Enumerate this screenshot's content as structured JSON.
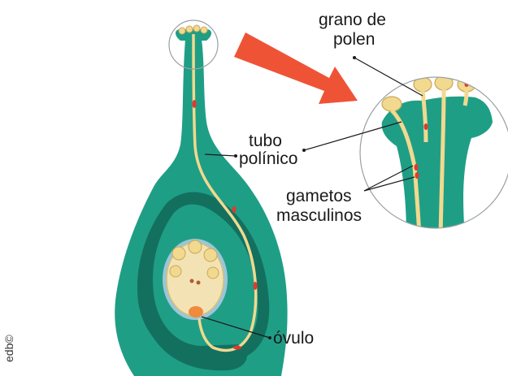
{
  "labels": {
    "pollen_line1": "grano de",
    "pollen_line2": "polen",
    "tube_line1": "tubo",
    "tube_line2": "polínico",
    "gametes_line1": "gametos",
    "gametes_line2": "masculinos",
    "ovule": "óvulo"
  },
  "credit": "edb©",
  "colors": {
    "pistil": "#1f9e86",
    "pistil_dark": "#13705f",
    "pollen": "#f1d98f",
    "gamete": "#e03a2f",
    "arrow": "#ef5336",
    "ovule_sac": "#f3e3b4",
    "ovule_rim": "#9bc6d8",
    "ovule_cell": "#f08a3c"
  },
  "icons": [
    "magnify-arrow-icon"
  ]
}
